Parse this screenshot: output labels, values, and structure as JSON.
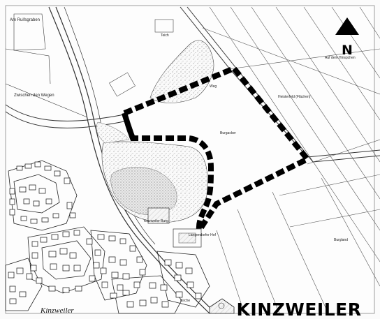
{
  "title": "KINZWEILER",
  "north_label": "N",
  "labels": {
    "am_ruifsgraben": "Am Ruifsgraben",
    "zwischen_den_wegen": "Zwischen den Wegen",
    "kinzweiler": "Kinzweiler",
    "kinzweiler_burg": "Kinzweiler Burg",
    "langendorfer_hof": "Langendorfer Hof",
    "burgacker": "Burgacker",
    "auf_dem_hinspchen": "Auf dem Hinspchen",
    "heistertal": "Heisterfeld (Flächen)",
    "burgland": "Burgland",
    "kirche": "Kirche",
    "teich": "Teich",
    "weg": "Weg"
  },
  "colors": {
    "line": "#3a3a3a",
    "boundary": "#000000",
    "stipple": "#8a8a8a"
  }
}
